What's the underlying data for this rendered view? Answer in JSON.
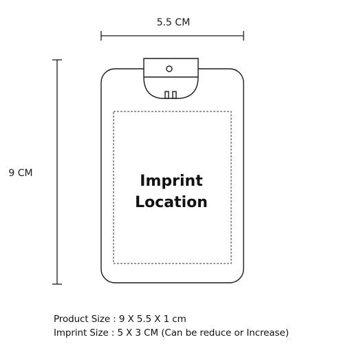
{
  "diagram": {
    "width_dimension": "5.5 CM",
    "height_dimension": "9 CM",
    "imprint_area": {
      "line1": "Imprint",
      "line2": "Location"
    }
  },
  "specs": {
    "product_size": "Product Size : 9 X 5.5 X 1 cm",
    "imprint_size": "Imprint Size : 5 X 3  CM (Can be reduce or Increase)"
  },
  "colors": {
    "line": "#1a1a1a",
    "dashed_outline": "#333333",
    "background": "#ffffff"
  }
}
